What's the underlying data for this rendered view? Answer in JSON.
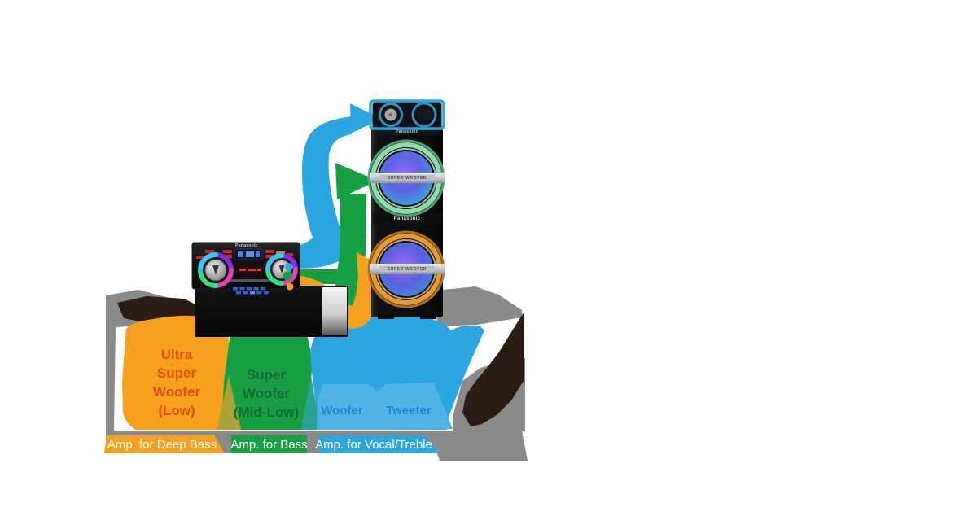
{
  "brand": "Panasonic",
  "tower": {
    "speaker_bar_label": "SUPER WOOFER"
  },
  "amps": [
    {
      "name": "deep-bass",
      "label_lines": [
        "Ultra",
        "Super",
        "Woofer",
        "(Low)"
      ],
      "bar_label": "Amp. for Deep Bass"
    },
    {
      "name": "bass",
      "label_lines": [
        "Super",
        "Woofer",
        "(Mid-Low)"
      ],
      "bar_label": "Amp. for Bass"
    },
    {
      "name": "vocal-treble",
      "drivers": [
        "Woofer",
        "Tweeter"
      ],
      "bar_label": "Amp. for Vocal/Treble"
    }
  ],
  "colors": {
    "orange": "#F5A11E",
    "green": "#16A041",
    "blue": "#2CA6E0",
    "light_blue": "#4FB3E6",
    "gray": "#8A8A8A",
    "dark_blob": "#2A1B13",
    "olive": "#A8A43A",
    "teal": "#2AA294",
    "orange_text": "#E84A10",
    "green_text": "#106B36",
    "blue_text": "#1789CB"
  }
}
